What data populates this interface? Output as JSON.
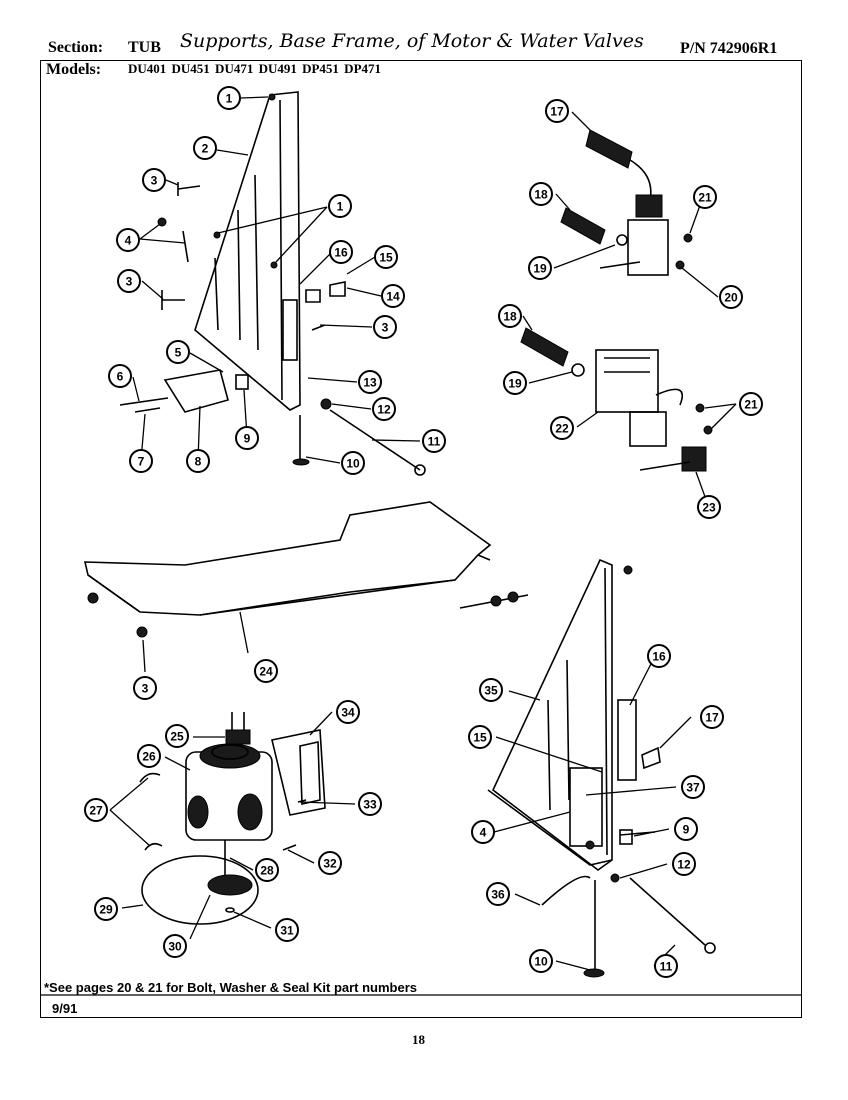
{
  "header": {
    "section_label": "Section:",
    "section_value": "TUB",
    "handwritten_title": "Supports, Base Frame, of Motor & Water Valves",
    "part_number": "P/N 742906R1",
    "models_label": "Models:",
    "models": "DU401  DU451  DU471  DU491  DP451  DP471"
  },
  "footer": {
    "note": "*See pages 20 & 21 for Bolt, Washer & Seal Kit part numbers",
    "date": "9/91",
    "page_number": "18"
  },
  "callouts": [
    {
      "n": "1"
    },
    {
      "n": "2"
    },
    {
      "n": "3"
    },
    {
      "n": "1"
    },
    {
      "n": "4"
    },
    {
      "n": "16"
    },
    {
      "n": "15"
    },
    {
      "n": "3"
    },
    {
      "n": "14"
    },
    {
      "n": "3"
    },
    {
      "n": "5"
    },
    {
      "n": "6"
    },
    {
      "n": "13"
    },
    {
      "n": "12"
    },
    {
      "n": "9"
    },
    {
      "n": "11"
    },
    {
      "n": "7"
    },
    {
      "n": "8"
    },
    {
      "n": "10"
    },
    {
      "n": "17"
    },
    {
      "n": "18"
    },
    {
      "n": "21"
    },
    {
      "n": "19"
    },
    {
      "n": "20"
    },
    {
      "n": "18"
    },
    {
      "n": "19"
    },
    {
      "n": "21"
    },
    {
      "n": "22"
    },
    {
      "n": "23"
    },
    {
      "n": "24"
    },
    {
      "n": "3"
    },
    {
      "n": "34"
    },
    {
      "n": "25"
    },
    {
      "n": "26"
    },
    {
      "n": "33"
    },
    {
      "n": "27"
    },
    {
      "n": "28"
    },
    {
      "n": "32"
    },
    {
      "n": "29"
    },
    {
      "n": "30"
    },
    {
      "n": "31"
    },
    {
      "n": "35"
    },
    {
      "n": "16"
    },
    {
      "n": "17"
    },
    {
      "n": "15"
    },
    {
      "n": "37"
    },
    {
      "n": "4"
    },
    {
      "n": "9"
    },
    {
      "n": "12"
    },
    {
      "n": "36"
    },
    {
      "n": "10"
    },
    {
      "n": "11"
    }
  ]
}
